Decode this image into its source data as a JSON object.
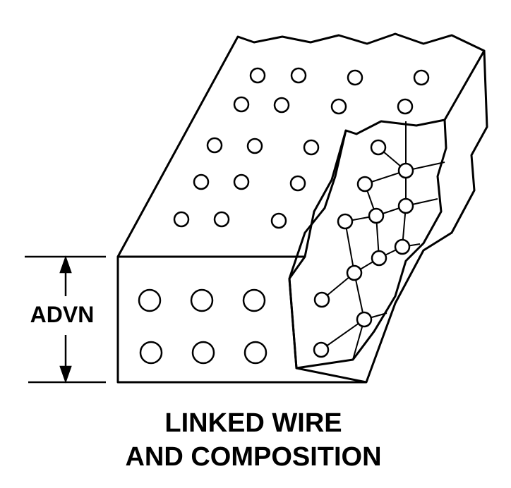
{
  "dimension": {
    "label": "ADVN"
  },
  "caption": {
    "line1": "LINKED WIRE",
    "line2": "AND COMPOSITION"
  },
  "colors": {
    "ink": "#000000",
    "paper": "#ffffff"
  }
}
